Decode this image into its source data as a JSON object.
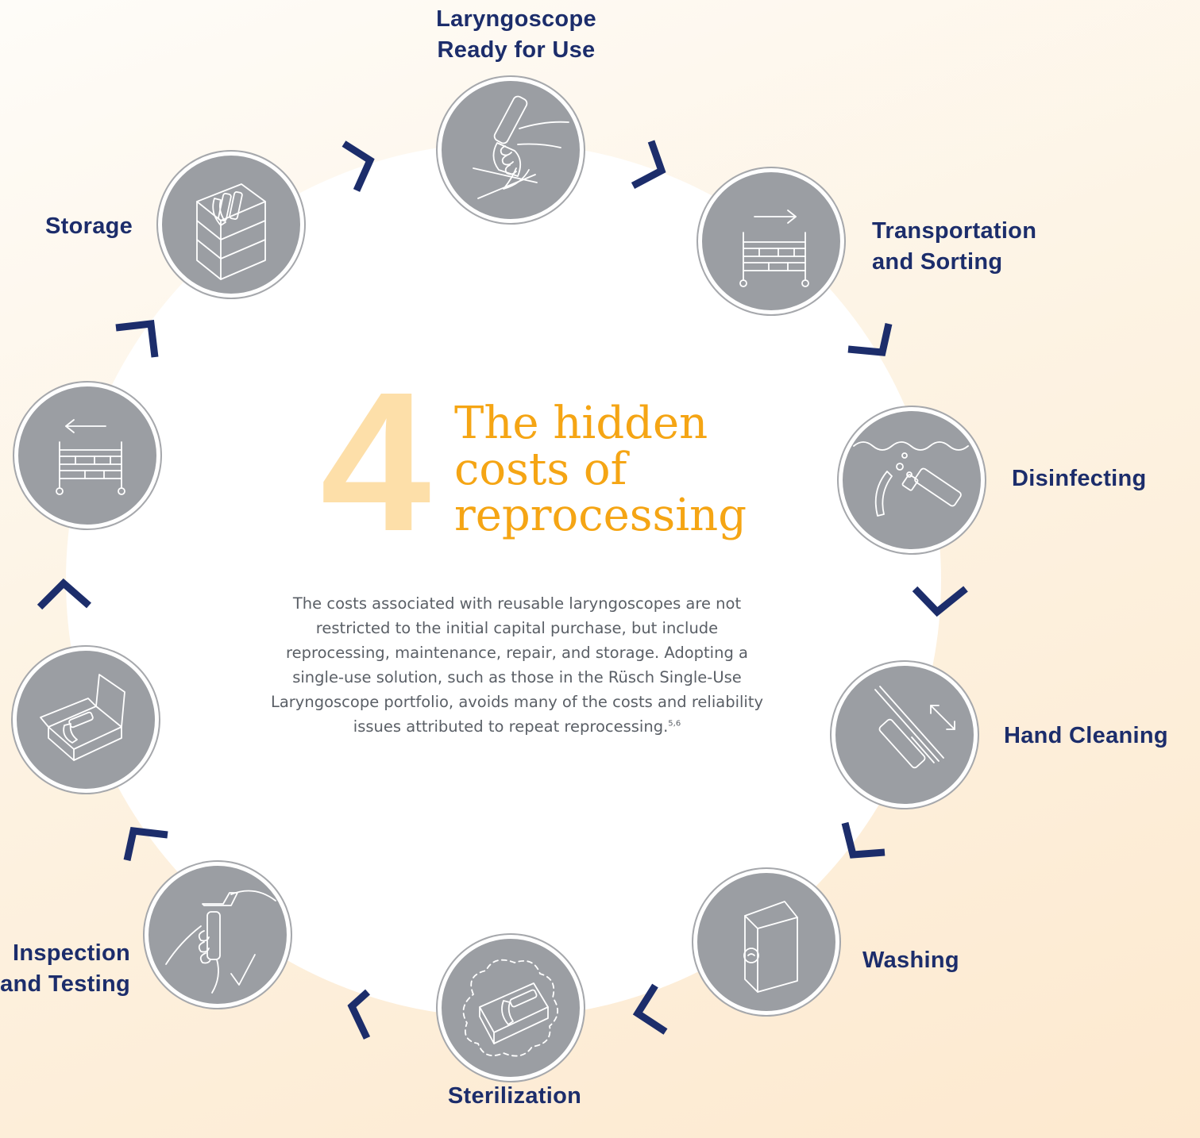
{
  "diagram": {
    "number": "4",
    "title_lines": [
      "The hidden",
      "costs of",
      "reprocessing"
    ],
    "body": "The costs associated with reusable laryngoscopes are not restricted to the initial capital purchase, but include reprocessing, maintenance, repair, and storage. Adopting a single-use solution, such as those in the Rüsch Single-Use Laryngoscope portfolio, avoids many of the costs and reliability issues attributed to repeat reprocessing.",
    "body_citation": "5,6",
    "steps": [
      {
        "lines": [
          "Laryngoscope",
          "Ready for Use"
        ],
        "icon": "hand-holding-laryngoscope-icon"
      },
      {
        "lines": [
          "Transportation",
          "and Sorting"
        ],
        "icon": "cart-arrow-right-icon"
      },
      {
        "lines": [
          "Disinfecting"
        ],
        "icon": "submerged-laryngoscope-icon"
      },
      {
        "lines": [
          "Hand Cleaning"
        ],
        "icon": "brush-cleaning-icon"
      },
      {
        "lines": [
          "Washing"
        ],
        "icon": "washing-machine-icon"
      },
      {
        "lines": [
          "Sterilization"
        ],
        "icon": "steam-tray-icon"
      },
      {
        "lines": [
          "Inspection",
          "and Testing"
        ],
        "icon": "inspection-check-icon"
      },
      {
        "lines": [],
        "icon": "open-box-icon"
      },
      {
        "lines": [],
        "icon": "cart-arrow-left-icon"
      },
      {
        "lines": [
          "Storage"
        ],
        "icon": "stacked-boxes-icon"
      }
    ],
    "colors": {
      "chevron": "#1c2d6b",
      "node_fill": "#9b9ea3",
      "headline": "#f5a514",
      "number": "#fddfa9",
      "label": "#1c2d6b"
    }
  }
}
